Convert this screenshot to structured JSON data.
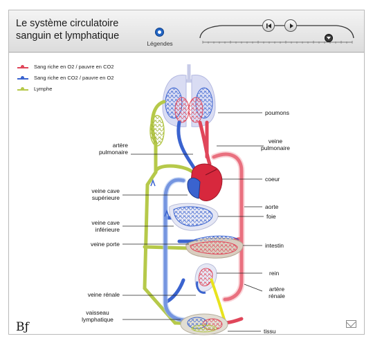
{
  "header": {
    "title_line1": "Le système circulatoire",
    "title_line2": "sanguin et lymphatique",
    "legend_button_label": "Légendes"
  },
  "legend": [
    {
      "text": "Sang riche en O2 / pauvre en CO2",
      "color": "#e0465a"
    },
    {
      "text": "Sang riche en CO2 / pauvre en O2",
      "color": "#3a63cf"
    },
    {
      "text": "Lymphe",
      "color": "#b6c94a"
    }
  ],
  "labels": {
    "poumons": "poumons",
    "artere_pulmonaire_1": "artère",
    "artere_pulmonaire_2": "pulmonaire",
    "veine_pulmonaire_1": "veine",
    "veine_pulmonaire_2": "pulmonaire",
    "coeur": "coeur",
    "veine_cave_sup_1": "veine cave",
    "veine_cave_sup_2": "supérieure",
    "aorte": "aorte",
    "foie": "foie",
    "veine_cave_inf_1": "veine cave",
    "veine_cave_inf_2": "inférieure",
    "veine_porte": "veine porte",
    "intestin": "intestin",
    "rein": "rein",
    "artere_renale_1": "artère",
    "artere_renale_2": "rénale",
    "veine_renale": "veine rénale",
    "vaisseau_lymph_1": "vaisseau",
    "vaisseau_lymph_2": "lymphatique",
    "tissu": "tissu"
  },
  "footer": {
    "logo": "Bƒ"
  },
  "colors": {
    "oxygenated": "#e0465a",
    "deoxygenated": "#3a63cf",
    "lymph": "#b6c94a"
  }
}
